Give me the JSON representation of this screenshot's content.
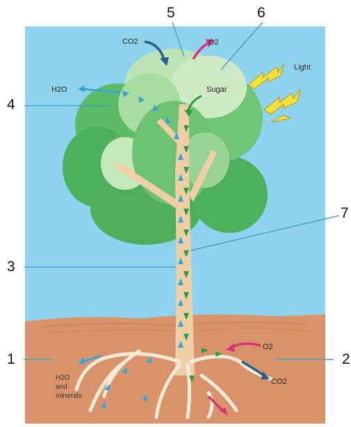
{
  "numbers": {
    "n1": "1",
    "n2": "2",
    "n3": "3",
    "n4": "4",
    "n5": "5",
    "n6": "6",
    "n7": "7"
  },
  "labels": {
    "co2_top": "CO2",
    "o2_top": "O2",
    "h2o_top": "H2O",
    "sugar": "Sugar",
    "light": "Light",
    "o2_root": "O2",
    "co2_root": "CO2",
    "h2o_minerals_line1": "H2O",
    "h2o_minerals_line2": "and",
    "h2o_minerals_line3": "minerals"
  },
  "colors": {
    "sky": "#8fd3ee",
    "soil": "#d9936a",
    "foliage_dark": "#4fb05c",
    "foliage_light": "#a8dca0",
    "trunk": "#f0cfa6",
    "water_arrow": "#3aa6d8",
    "sugar_arrow": "#2e9a4a",
    "co2_arrow": "#2a5f8a",
    "o2_arrow": "#d6337a",
    "lightning": "#f4e23a"
  }
}
